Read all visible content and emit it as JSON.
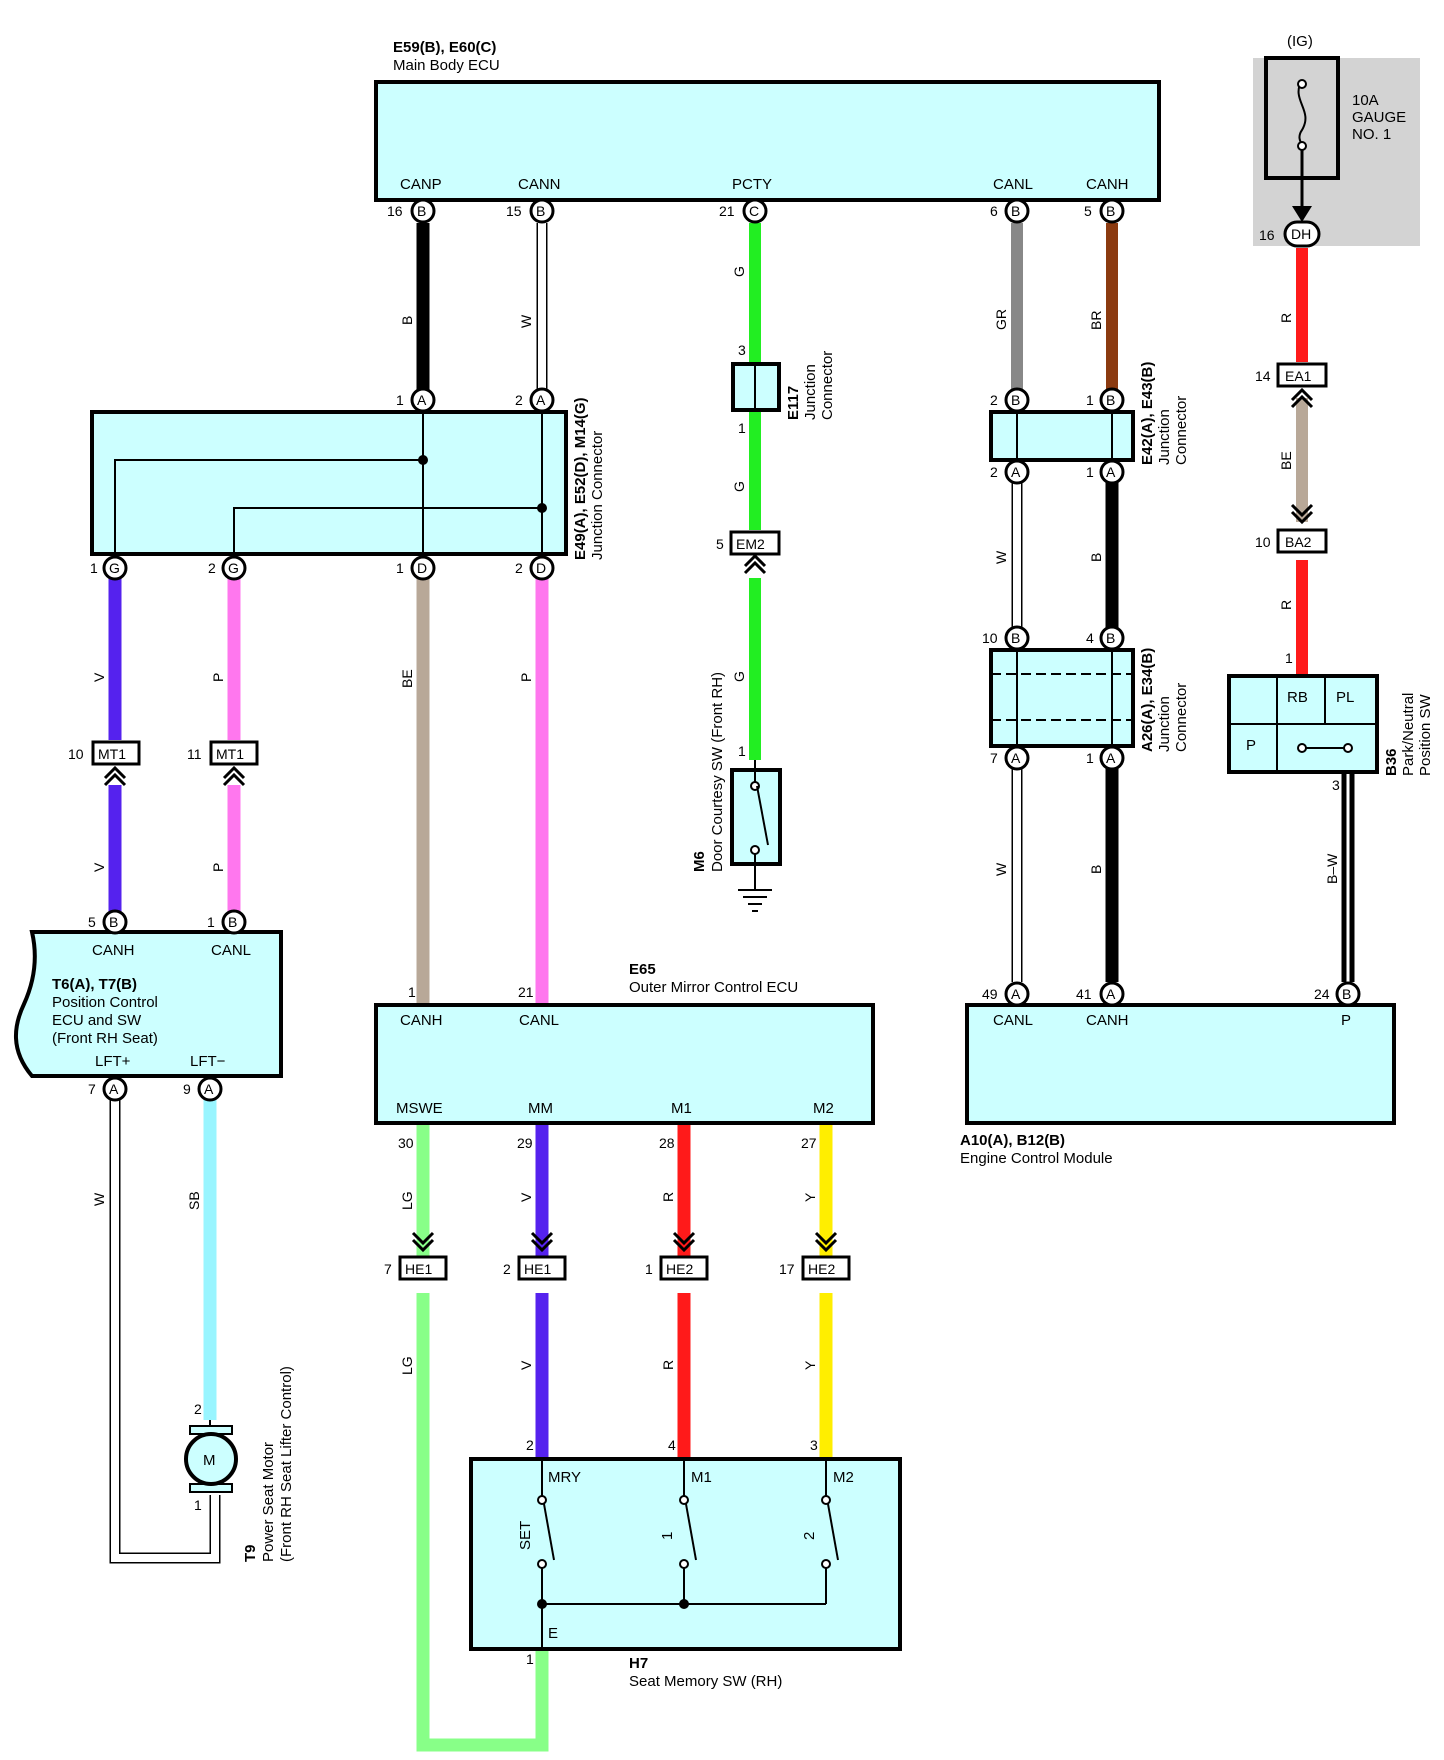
{
  "components": {
    "main_body_ecu": {
      "refs": "E59(B), E60(C)",
      "name": "Main Body ECU",
      "pins": [
        "CANP",
        "CANN",
        "PCTY",
        "CANL",
        "CANH"
      ]
    },
    "gauge_fuse": {
      "ig": "(IG)",
      "line1": "10A",
      "line2": "GAUGE",
      "line3": "NO. 1"
    },
    "jc_e49": {
      "line1": "E49(A), E52(D), M14(G)",
      "line2": "Junction Connector"
    },
    "jc_e117": {
      "line1": "E117",
      "line2": "Junction",
      "line3": "Connector"
    },
    "jc_e42": {
      "line1": "E42(A), E43(B)",
      "line2": "Junction",
      "line3": "Connector"
    },
    "jc_a26": {
      "line1": "A26(A), E34(B)",
      "line2": "Junction",
      "line3": "Connector"
    },
    "door_sw": {
      "ref": "M6",
      "name": "Door Courtesy SW (Front RH)"
    },
    "park_sw": {
      "ref": "B36",
      "line1": "Park/Neutral",
      "line2": "Position SW",
      "pins": [
        "RB",
        "PL",
        "P"
      ]
    },
    "position_ecu": {
      "refs": "T6(A), T7(B)",
      "line2": "Position Control",
      "line3": "ECU and SW",
      "line4": "(Front RH Seat)",
      "pins": [
        "CANH",
        "CANL",
        "LFT+",
        "LFT−"
      ]
    },
    "mirror_ecu": {
      "ref": "E65",
      "name": "Outer Mirror Control ECU",
      "pins": [
        "CANH",
        "CANL",
        "MSWE",
        "MM",
        "M1",
        "M2"
      ]
    },
    "ecm": {
      "refs": "A10(A), B12(B)",
      "name": "Engine Control Module",
      "pins": [
        "CANL",
        "CANH",
        "P"
      ]
    },
    "seat_motor": {
      "ref": "T9",
      "line1": "Power Seat Motor",
      "line2": "(Front RH Seat Lifter Control)",
      "symbol": "M"
    },
    "seat_memory_sw": {
      "ref": "H7",
      "name": "Seat Memory SW (RH)",
      "pins": [
        "MRY",
        "M1",
        "M2",
        "E"
      ],
      "switch_labels": [
        "SET",
        "1",
        "2"
      ]
    }
  },
  "connectors": {
    "MT1": "MT1",
    "EM2": "EM2",
    "EA1": "EA1",
    "BA2": "BA2",
    "HE1": "HE1",
    "HE2": "HE2"
  },
  "wire_codes": {
    "B": "B",
    "W": "W",
    "G": "G",
    "GR": "GR",
    "BR": "BR",
    "R": "R",
    "BE": "BE",
    "V": "V",
    "P": "P",
    "SB": "SB",
    "LG": "LG",
    "Y": "Y",
    "BW": "B–W"
  },
  "wire_colors": {
    "B": "#000000",
    "G": "#22ee22",
    "GR": "#888888",
    "BR": "#8b3a10",
    "R": "#ff1a1a",
    "BE": "#b8a898",
    "V": "#5522ee",
    "P": "#ff77ee",
    "SB": "#99f5ff",
    "LG": "#88ff88",
    "Y": "#ffee00",
    "box_fill": "#ccffff",
    "fuse_bg": "#d3d3d3"
  },
  "pins": {
    "p16": "16",
    "p15": "15",
    "p21": "21",
    "p6": "6",
    "p5": "5",
    "p1": "1",
    "p2": "2",
    "p3": "3",
    "p4": "4",
    "p7": "7",
    "p9": "9",
    "p10": "10",
    "p11": "11",
    "p14": "14",
    "p17": "17",
    "p24": "24",
    "p27": "27",
    "p28": "28",
    "p29": "29",
    "p30": "30",
    "p41": "41",
    "p49": "49",
    "A": "A",
    "B": "B",
    "C": "C",
    "D": "D",
    "G": "G",
    "DH": "DH"
  }
}
